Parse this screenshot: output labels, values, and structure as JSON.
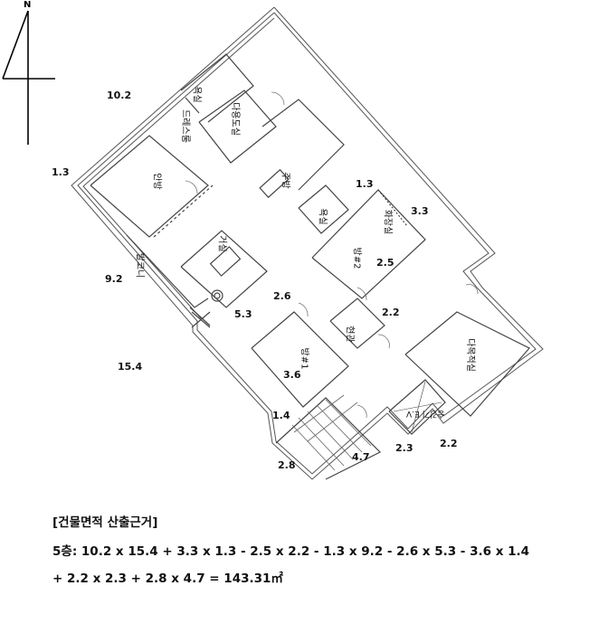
{
  "compass": {
    "label": "N"
  },
  "rooms": {
    "dressroom": "드레스룸",
    "bath1": "욕실",
    "utility": "다용도실",
    "anbang": "안방",
    "kitchen": "주방",
    "bath2": "욕실",
    "powder_room": "화장실",
    "room2": "방#2",
    "living": "거실",
    "balcony": "발코니",
    "entrance": "현관",
    "room1": "방#1",
    "multipurpose": "다목적실",
    "elevator": "승강기 E.V"
  },
  "dimensions": {
    "d10_2": "10.2",
    "d1_3a": "1.3",
    "d9_2": "9.2",
    "d15_4": "15.4",
    "d1_3b": "1.3",
    "d3_3": "3.3",
    "d2_5": "2.5",
    "d2_6": "2.6",
    "d5_3": "5.3",
    "d2_2a": "2.2",
    "d3_6": "3.6",
    "d1_4": "1.4",
    "d2_8": "2.8",
    "d4_7": "4.7",
    "d2_3": "2.3",
    "d2_2b": "2.2"
  },
  "calculation": {
    "title": "[건물면적 산출근거]",
    "line1": "5층: 10.2 x 15.4 + 3.3 x 1.3 - 2.5 x 2.2 - 1.3 x 9.2 - 2.6 x 5.3 - 3.6 x 1.4",
    "line2": "+ 2.2 x 2.3 + 2.8 x 4.7 = 143.31㎡"
  }
}
